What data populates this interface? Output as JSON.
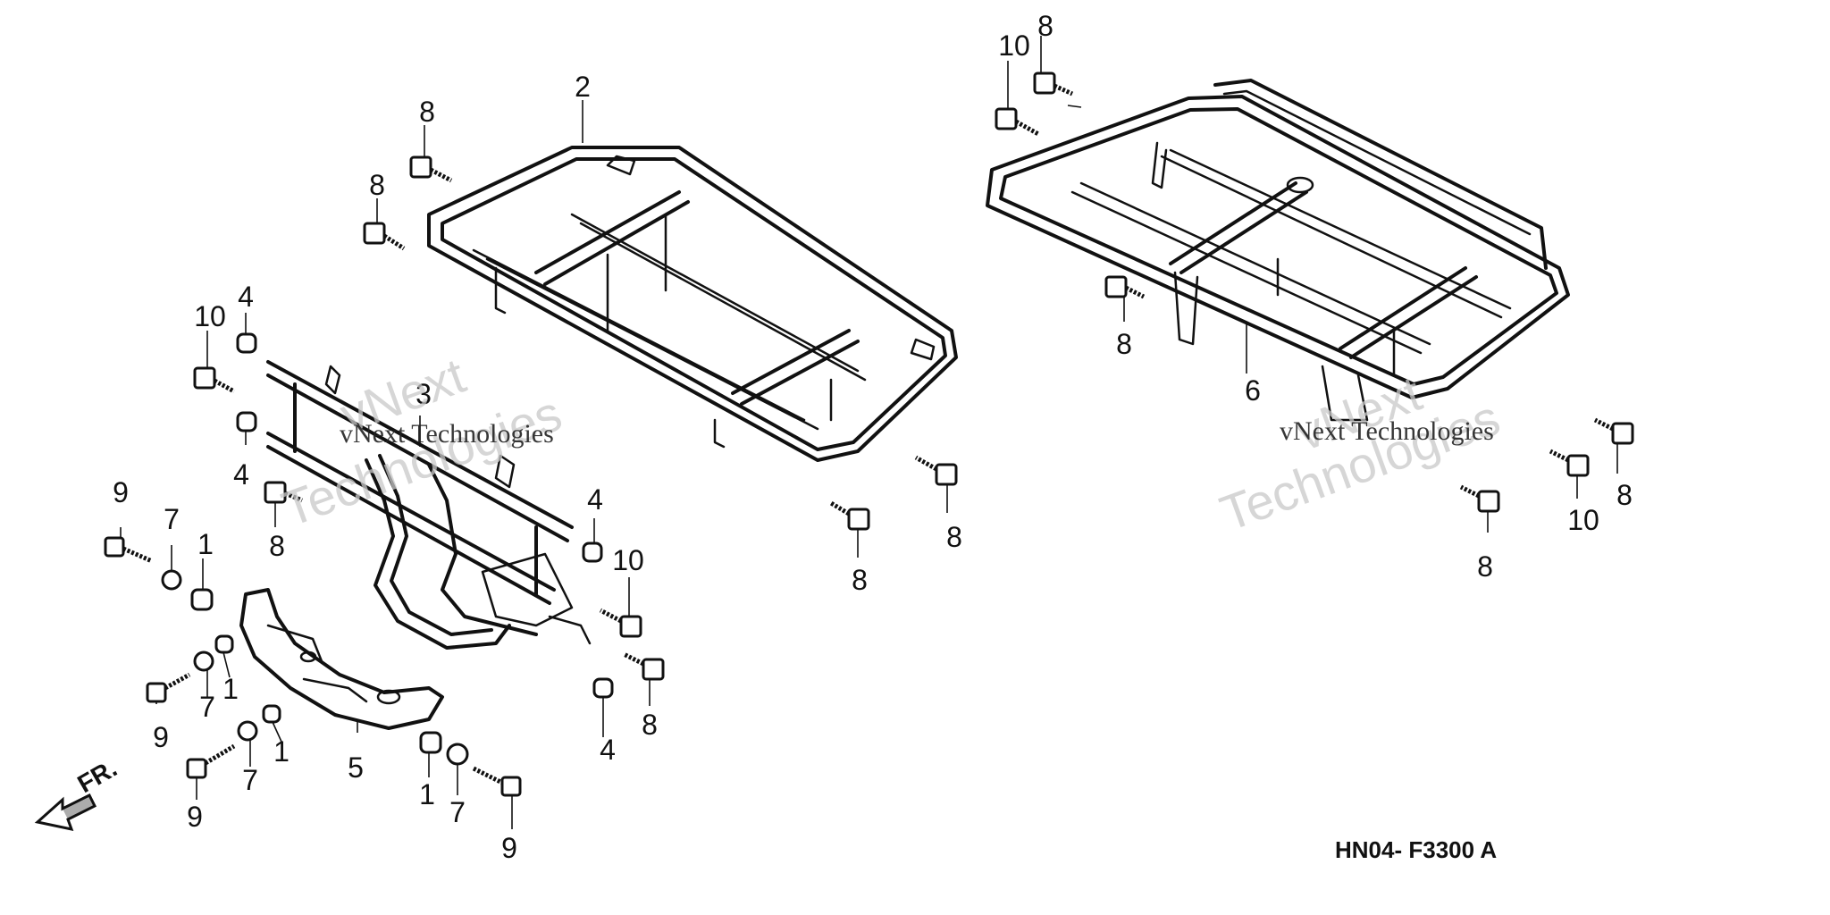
{
  "diagram": {
    "drawing_code": "HN04- F3300  A",
    "direction_label": "FR.",
    "watermark": {
      "lines": [
        "vNext",
        "Technologies"
      ],
      "small_text": "vNext Technologies"
    },
    "callouts": [
      "1",
      "2",
      "3",
      "4",
      "5",
      "6",
      "7",
      "8",
      "9",
      "10"
    ]
  }
}
